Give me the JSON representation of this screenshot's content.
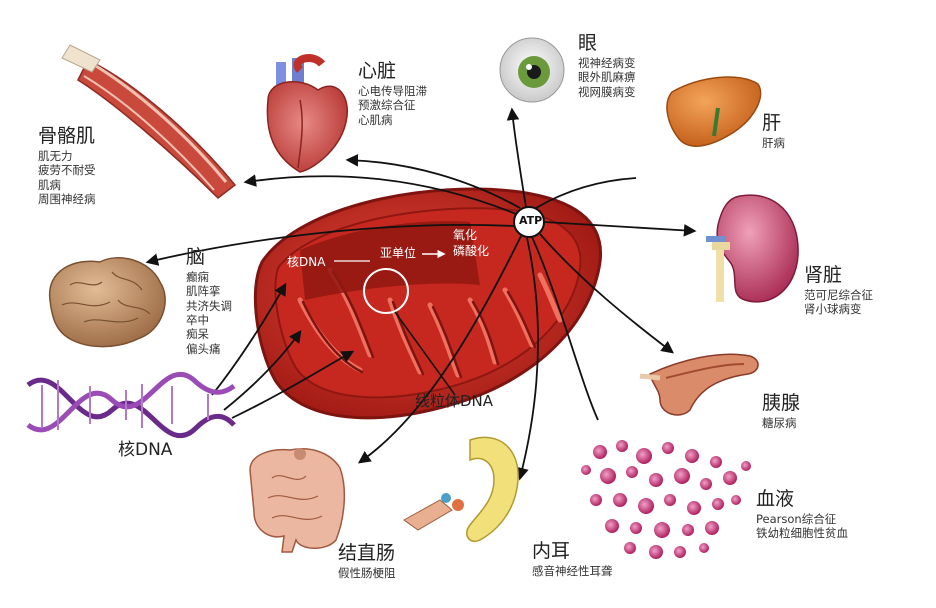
{
  "center": {
    "atp": "ATP",
    "nuclear_dna_inner": "核DNA",
    "subunit": "亚单位",
    "oxphos_line1": "氧化",
    "oxphos_line2": "磷酸化",
    "mtdna": "线粒体DNA"
  },
  "organs": {
    "skeletal_muscle": {
      "title": "骨骼肌",
      "items": [
        "肌无力",
        "疲劳不耐受",
        "肌病",
        "周围神经病"
      ]
    },
    "heart": {
      "title": "心脏",
      "items": [
        "心电传导阻滞",
        "预激综合征",
        "心肌病"
      ]
    },
    "eye": {
      "title": "眼",
      "items": [
        "视神经病变",
        "眼外肌麻痹",
        "视网膜病变"
      ]
    },
    "liver": {
      "title": "肝",
      "items": [
        "肝病"
      ]
    },
    "kidney": {
      "title": "肾脏",
      "items": [
        "范可尼综合征",
        "肾小球病变"
      ]
    },
    "brain": {
      "title": "脑",
      "items": [
        "癫痫",
        "肌阵挛",
        "共济失调",
        "卒中",
        "痴呆",
        "偏头痛"
      ]
    },
    "pancreas": {
      "title": "胰腺",
      "items": [
        "糖尿病"
      ]
    },
    "blood": {
      "title": "血液",
      "items": [
        "Pearson综合征",
        "铁幼粒细胞性贫血"
      ]
    },
    "inner_ear": {
      "title": "内耳",
      "items": [
        "感音神经性耳聋"
      ]
    },
    "colon": {
      "title": "结直肠",
      "items": [
        "假性肠梗阻"
      ]
    }
  },
  "nuclear_dna": {
    "label": "核DNA"
  },
  "colors": {
    "mito_outer": "#b7211b",
    "mito_inner": "#d8342a",
    "mito_dark": "#7e1410",
    "arrow": "#111111",
    "dna_purple": "#6a2a8a",
    "dna_violet": "#9a4bb5"
  }
}
